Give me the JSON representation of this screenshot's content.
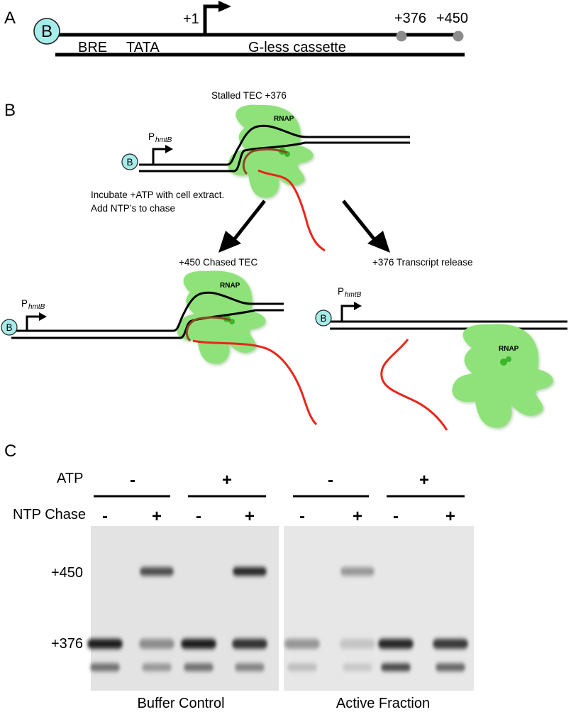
{
  "panel_a": {
    "label": "A",
    "b_badge": "B",
    "tss": "+1",
    "pos_376": "+376",
    "pos_450": "+450",
    "bre": "BRE",
    "tata": "TATA",
    "cassette": "G-less cassette"
  },
  "panel_b": {
    "label": "B",
    "stalled_title": "Stalled TEC +376",
    "rnap": "RNAP",
    "promoter_p": "P",
    "promoter_sub": "hmtB",
    "b_badge": "B",
    "instruction_1": "Incubate +ATP with cell extract.",
    "instruction_2": "Add NTP’s to chase",
    "chased_title": "+450 Chased TEC",
    "release_title": "+376 Transcript release"
  },
  "panel_c": {
    "label": "C",
    "atp_label": "ATP",
    "ntp_label": "NTP Chase",
    "atp_signs": [
      "-",
      "+",
      "-",
      "+"
    ],
    "ntp_signs": [
      "-",
      "+",
      "-",
      "+",
      "-",
      "+",
      "-",
      "+"
    ],
    "band_450": "+450",
    "band_376": "+376",
    "gel_left_caption": "Buffer Control",
    "gel_right_caption": "Active Fraction",
    "band_intensity_450": [
      0,
      0.72,
      0,
      0.9,
      0,
      0.35,
      0,
      0
    ],
    "band_intensity_376": [
      0.95,
      0.4,
      0.95,
      0.85,
      0.35,
      0.12,
      0.9,
      0.82
    ],
    "band_intensity_low": [
      0.55,
      0.35,
      0.55,
      0.45,
      0.15,
      0.1,
      0.75,
      0.6
    ]
  },
  "colors": {
    "b_badge_fill": "#a6ecea",
    "rnap_green": "#8fe27a",
    "rnap_dark": "#3bb52a",
    "rna_red": "#e8261a",
    "rna_brown": "#8a4a22",
    "marker_grey": "#8c8c8c"
  }
}
